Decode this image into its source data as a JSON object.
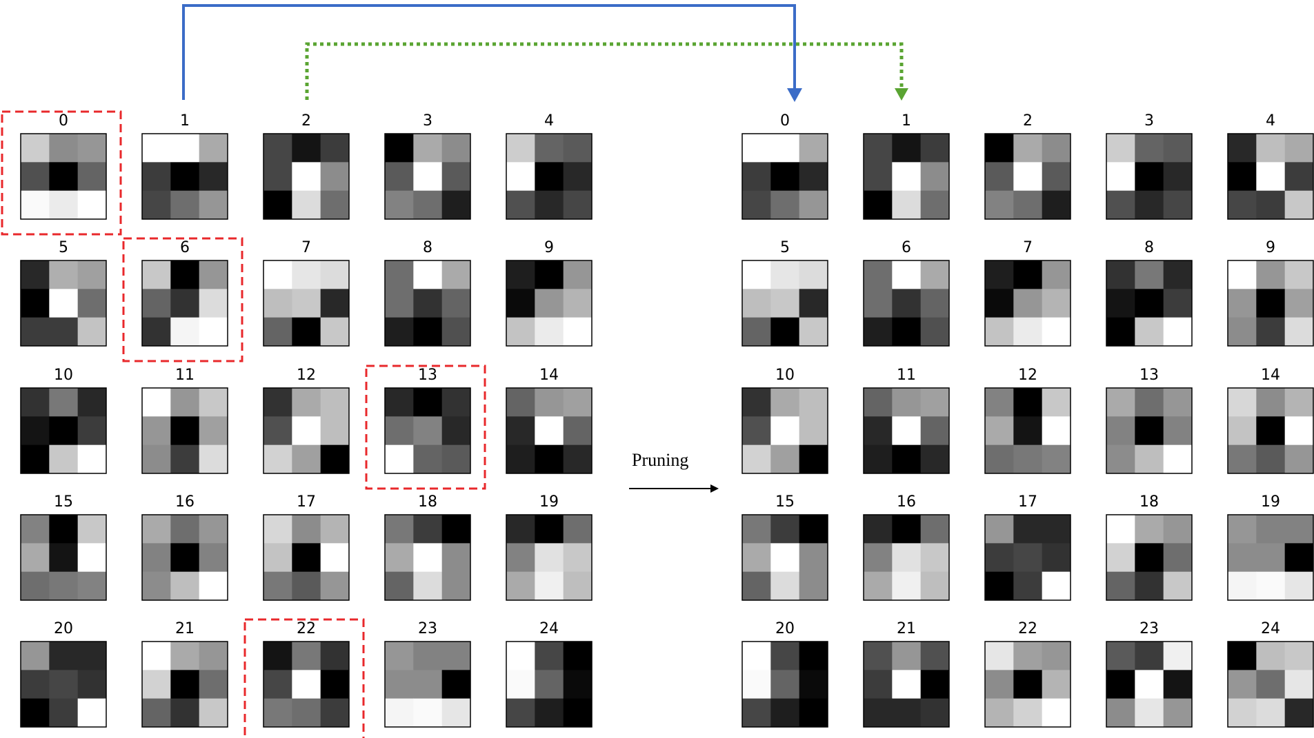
{
  "left_grid": {
    "labels": [
      "0",
      "1",
      "2",
      "3",
      "4",
      "5",
      "6",
      "7",
      "8",
      "9",
      "10",
      "11",
      "12",
      "13",
      "14",
      "15",
      "16",
      "17",
      "18",
      "19",
      "20",
      "21",
      "22",
      "23",
      "24"
    ],
    "kernels": [
      [
        [
          205,
          140,
          150
        ],
        [
          80,
          0,
          100
        ],
        [
          250,
          235,
          255
        ]
      ],
      [
        [
          255,
          255,
          170
        ],
        [
          60,
          0,
          40
        ],
        [
          70,
          110,
          150
        ]
      ],
      [
        [
          70,
          20,
          60
        ],
        [
          70,
          255,
          140
        ],
        [
          0,
          220,
          110
        ]
      ],
      [
        [
          0,
          170,
          140
        ],
        [
          90,
          255,
          90
        ],
        [
          130,
          110,
          30
        ]
      ],
      [
        [
          205,
          100,
          90
        ],
        [
          255,
          0,
          40
        ],
        [
          80,
          40,
          70
        ]
      ],
      [
        [
          40,
          175,
          160
        ],
        [
          0,
          255,
          110
        ],
        [
          60,
          60,
          195
        ]
      ],
      [
        [
          200,
          0,
          150
        ],
        [
          100,
          50,
          220
        ],
        [
          50,
          245,
          255
        ]
      ],
      [
        [
          255,
          230,
          220
        ],
        [
          190,
          200,
          40
        ],
        [
          100,
          0,
          200
        ]
      ],
      [
        [
          110,
          255,
          170
        ],
        [
          110,
          50,
          100
        ],
        [
          30,
          0,
          80
        ]
      ],
      [
        [
          30,
          0,
          150
        ],
        [
          10,
          150,
          180
        ],
        [
          195,
          235,
          255
        ]
      ],
      [
        [
          50,
          120,
          40
        ],
        [
          20,
          0,
          60
        ],
        [
          0,
          200,
          255
        ]
      ],
      [
        [
          255,
          150,
          200
        ],
        [
          150,
          0,
          160
        ],
        [
          140,
          60,
          220
        ]
      ],
      [
        [
          50,
          170,
          190
        ],
        [
          80,
          255,
          190
        ],
        [
          210,
          160,
          0
        ]
      ],
      [
        [
          40,
          0,
          50
        ],
        [
          110,
          130,
          40
        ],
        [
          255,
          100,
          90
        ]
      ],
      [
        [
          100,
          150,
          160
        ],
        [
          40,
          255,
          100
        ],
        [
          30,
          0,
          40
        ]
      ],
      [
        [
          130,
          0,
          200
        ],
        [
          170,
          20,
          255
        ],
        [
          110,
          120,
          130
        ]
      ],
      [
        [
          170,
          110,
          150
        ],
        [
          130,
          0,
          130
        ],
        [
          140,
          190,
          255
        ]
      ],
      [
        [
          215,
          140,
          180
        ],
        [
          195,
          0,
          255
        ],
        [
          120,
          90,
          150
        ]
      ],
      [
        [
          120,
          60,
          0
        ],
        [
          170,
          255,
          140
        ],
        [
          100,
          220,
          140
        ]
      ],
      [
        [
          40,
          0,
          110
        ],
        [
          130,
          225,
          200
        ],
        [
          170,
          240,
          190
        ]
      ],
      [
        [
          150,
          40,
          40
        ],
        [
          60,
          70,
          50
        ],
        [
          0,
          60,
          255
        ]
      ],
      [
        [
          255,
          170,
          150
        ],
        [
          210,
          0,
          110
        ],
        [
          100,
          50,
          200
        ]
      ],
      [
        [
          20,
          120,
          50
        ],
        [
          70,
          255,
          0
        ],
        [
          120,
          110,
          60
        ]
      ],
      [
        [
          150,
          130,
          130
        ],
        [
          140,
          140,
          0
        ],
        [
          245,
          250,
          230
        ]
      ],
      [
        [
          255,
          70,
          0
        ],
        [
          250,
          100,
          10
        ],
        [
          70,
          30,
          0
        ]
      ]
    ]
  },
  "right_grid": {
    "labels": [
      "0",
      "1",
      "2",
      "3",
      "4",
      "5",
      "6",
      "7",
      "8",
      "9",
      "10",
      "11",
      "12",
      "13",
      "14",
      "15",
      "16",
      "17",
      "18",
      "19",
      "20",
      "21",
      "22",
      "23",
      "24"
    ],
    "kernels": [
      [
        [
          255,
          255,
          170
        ],
        [
          60,
          0,
          40
        ],
        [
          70,
          110,
          150
        ]
      ],
      [
        [
          70,
          20,
          60
        ],
        [
          70,
          255,
          140
        ],
        [
          0,
          220,
          110
        ]
      ],
      [
        [
          0,
          170,
          140
        ],
        [
          90,
          255,
          90
        ],
        [
          130,
          110,
          30
        ]
      ],
      [
        [
          205,
          100,
          90
        ],
        [
          255,
          0,
          40
        ],
        [
          80,
          40,
          70
        ]
      ],
      [
        [
          40,
          190,
          170
        ],
        [
          0,
          255,
          60
        ],
        [
          70,
          60,
          200
        ]
      ],
      [
        [
          255,
          230,
          220
        ],
        [
          190,
          200,
          40
        ],
        [
          100,
          0,
          200
        ]
      ],
      [
        [
          110,
          255,
          170
        ],
        [
          110,
          50,
          100
        ],
        [
          30,
          0,
          80
        ]
      ],
      [
        [
          30,
          0,
          150
        ],
        [
          10,
          150,
          180
        ],
        [
          195,
          235,
          255
        ]
      ],
      [
        [
          50,
          120,
          40
        ],
        [
          20,
          0,
          60
        ],
        [
          0,
          200,
          255
        ]
      ],
      [
        [
          255,
          150,
          200
        ],
        [
          150,
          0,
          160
        ],
        [
          140,
          60,
          220
        ]
      ],
      [
        [
          50,
          170,
          190
        ],
        [
          80,
          255,
          190
        ],
        [
          210,
          160,
          0
        ]
      ],
      [
        [
          100,
          150,
          160
        ],
        [
          40,
          255,
          100
        ],
        [
          30,
          0,
          40
        ]
      ],
      [
        [
          130,
          0,
          200
        ],
        [
          170,
          20,
          255
        ],
        [
          110,
          120,
          130
        ]
      ],
      [
        [
          170,
          110,
          150
        ],
        [
          130,
          0,
          130
        ],
        [
          140,
          190,
          255
        ]
      ],
      [
        [
          215,
          140,
          180
        ],
        [
          195,
          0,
          255
        ],
        [
          120,
          90,
          150
        ]
      ],
      [
        [
          120,
          60,
          0
        ],
        [
          170,
          255,
          140
        ],
        [
          100,
          220,
          140
        ]
      ],
      [
        [
          40,
          0,
          110
        ],
        [
          130,
          225,
          200
        ],
        [
          170,
          240,
          190
        ]
      ],
      [
        [
          150,
          40,
          40
        ],
        [
          60,
          70,
          50
        ],
        [
          0,
          60,
          255
        ]
      ],
      [
        [
          255,
          170,
          150
        ],
        [
          210,
          0,
          110
        ],
        [
          100,
          50,
          200
        ]
      ],
      [
        [
          150,
          130,
          130
        ],
        [
          140,
          140,
          0
        ],
        [
          245,
          250,
          230
        ]
      ],
      [
        [
          255,
          70,
          0
        ],
        [
          250,
          100,
          10
        ],
        [
          70,
          30,
          0
        ]
      ],
      [
        [
          80,
          150,
          80
        ],
        [
          60,
          255,
          0
        ],
        [
          40,
          40,
          50
        ]
      ],
      [
        [
          230,
          160,
          150
        ],
        [
          140,
          0,
          180
        ],
        [
          180,
          210,
          255
        ]
      ],
      [
        [
          90,
          60,
          240
        ],
        [
          0,
          255,
          20
        ],
        [
          140,
          230,
          150
        ]
      ],
      [
        [
          0,
          190,
          200
        ],
        [
          150,
          110,
          230
        ],
        [
          210,
          220,
          40
        ]
      ]
    ]
  },
  "highlighted_left": [
    "0",
    "6",
    "13",
    "22"
  ],
  "arrow_label": "Pruning",
  "colors": {
    "highlight": "#e8282b",
    "arrow_solid": "#3b6cc7",
    "arrow_dotted": "#5aa432",
    "frame": "#000000"
  }
}
